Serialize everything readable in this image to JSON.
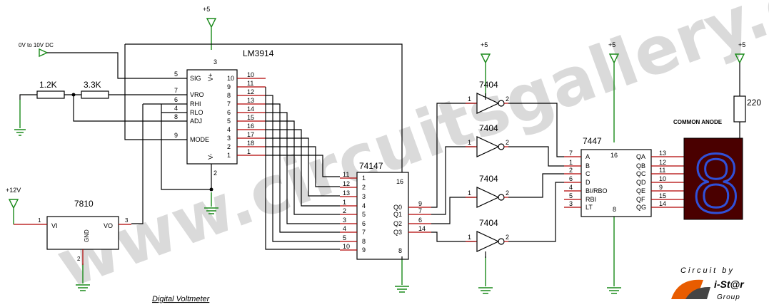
{
  "chips": {
    "lm3914": {
      "name": "LM3914",
      "vplus_pin": "3",
      "vminus_pin": "2",
      "vplus": "V+",
      "vminus": "V-",
      "left_pins": [
        {
          "num": "5",
          "name": "SIG"
        },
        {
          "num": "7",
          "name": "VRO"
        },
        {
          "num": "6",
          "name": "RHI"
        },
        {
          "num": "4",
          "name": "RLO"
        },
        {
          "num": "8",
          "name": "ADJ"
        },
        {
          "num": "9",
          "name": "MODE"
        }
      ],
      "right_pins": [
        "10",
        "9",
        "8",
        "7",
        "6",
        "5",
        "4",
        "3",
        "2",
        "1"
      ],
      "out_pins": [
        "10",
        "11",
        "12",
        "13",
        "14",
        "15",
        "16",
        "17",
        "18",
        "1"
      ]
    },
    "c74147": {
      "name": "74147",
      "pin16": "16",
      "pin8": "8",
      "in_pins": [
        {
          "num": "11",
          "name": "1"
        },
        {
          "num": "12",
          "name": "2"
        },
        {
          "num": "13",
          "name": "3"
        },
        {
          "num": "1",
          "name": "4"
        },
        {
          "num": "2",
          "name": "5"
        },
        {
          "num": "3",
          "name": "6"
        },
        {
          "num": "4",
          "name": "7"
        },
        {
          "num": "5",
          "name": "8"
        },
        {
          "num": "10",
          "name": "9"
        }
      ],
      "out_pins": [
        {
          "num": "9",
          "name": "Q0"
        },
        {
          "num": "7",
          "name": "Q1"
        },
        {
          "num": "6",
          "name": "Q2"
        },
        {
          "num": "14",
          "name": "Q3"
        }
      ]
    },
    "c7404": {
      "name": "7404",
      "in_pin": "1",
      "out_pin": "2"
    },
    "c7447": {
      "name": "7447",
      "pin16": "16",
      "pin8": "8",
      "in_pins": [
        {
          "num": "7",
          "name": "A"
        },
        {
          "num": "1",
          "name": "B"
        },
        {
          "num": "2",
          "name": "C"
        },
        {
          "num": "6",
          "name": "D"
        },
        {
          "num": "4",
          "name": "BI/RBO"
        },
        {
          "num": "5",
          "name": "RBI"
        },
        {
          "num": "3",
          "name": "LT"
        }
      ],
      "out_pins": [
        {
          "num": "13",
          "name": "QA"
        },
        {
          "num": "12",
          "name": "QB"
        },
        {
          "num": "11",
          "name": "QC"
        },
        {
          "num": "10",
          "name": "QD"
        },
        {
          "num": "9",
          "name": "QE"
        },
        {
          "num": "15",
          "name": "QF"
        },
        {
          "num": "14",
          "name": "QG"
        }
      ]
    },
    "c7810": {
      "name": "7810",
      "vi": "VI",
      "vo": "VO",
      "gnd": "GND",
      "pin1": "1",
      "pin2": "2",
      "pin3": "3"
    }
  },
  "labels": {
    "plus5": "+5",
    "plus12": "+12V",
    "input": "0V to 10V DC",
    "r1": "1.2K",
    "r2": "3.3K",
    "r3": "220",
    "common_anode": "COMMON ANODE",
    "display_digit": "8",
    "caption": "Digital Voltmeter"
  },
  "watermark": "www.circuitsgallery.com",
  "logo": {
    "top": "Circuit by",
    "brand": "i-St@r",
    "sub": "Group"
  }
}
